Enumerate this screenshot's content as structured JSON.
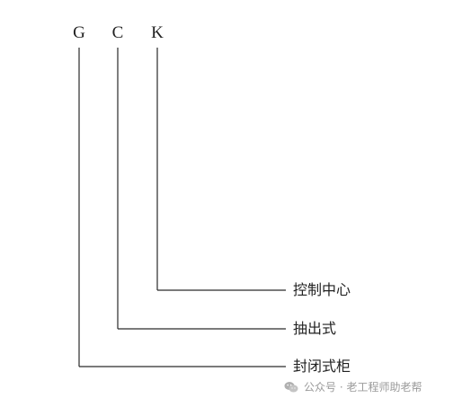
{
  "code_letters": {
    "g": "G",
    "c": "C",
    "k": "K"
  },
  "labels": {
    "control_center": "控制中心",
    "withdrawable": "抽出式",
    "enclosed_cabinet": "封闭式柜"
  },
  "watermark": {
    "text": "公众号 · 老工程师助老帮",
    "icon": "wechat-icon"
  },
  "colors": {
    "line": "#2a2a2a",
    "text": "#222222",
    "watermark": "#9a9a9a"
  }
}
